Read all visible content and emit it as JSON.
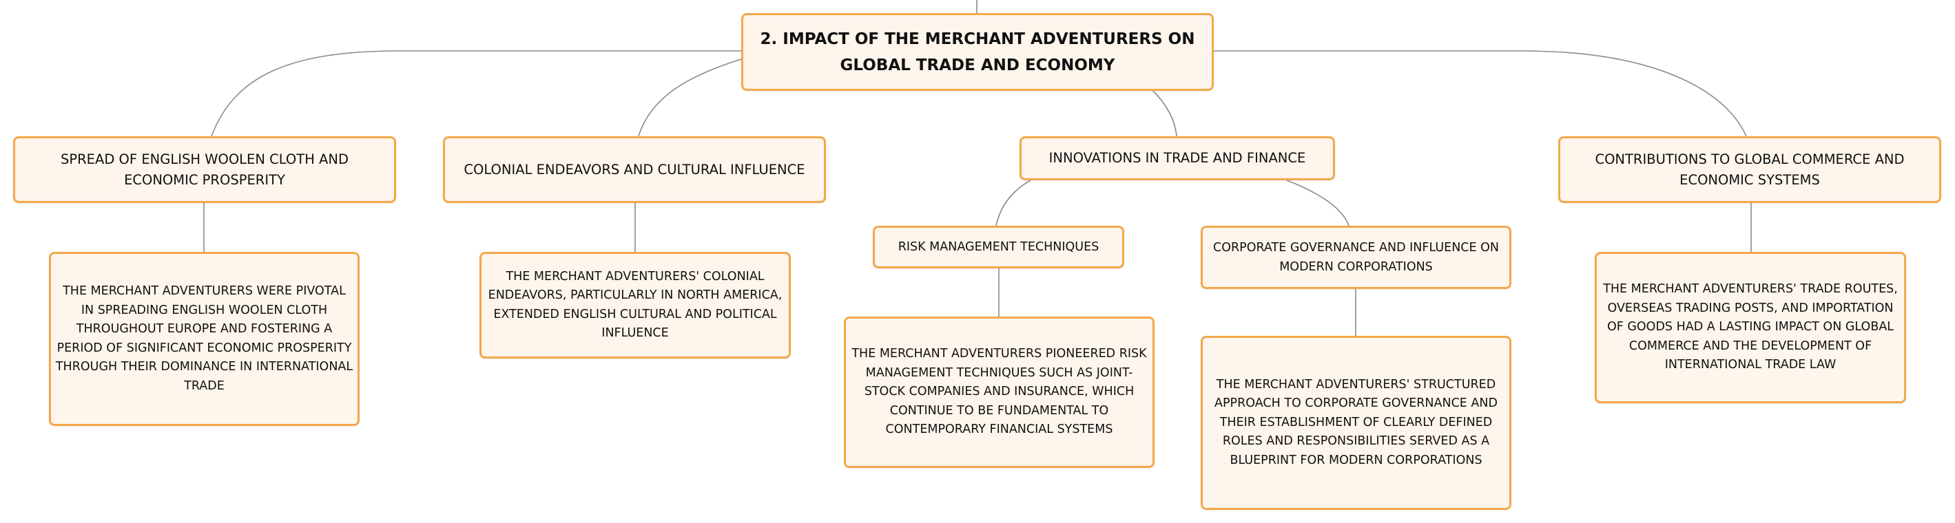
{
  "diagram": {
    "root": "2. IMPACT OF THE MERCHANT ADVENTURERS ON GLOBAL TRADE AND ECONOMY",
    "branches": [
      {
        "title": "SPREAD OF ENGLISH WOOLEN CLOTH AND ECONOMIC PROSPERITY",
        "detail": "THE MERCHANT ADVENTURERS WERE PIVOTAL IN SPREADING ENGLISH WOOLEN CLOTH THROUGHOUT EUROPE AND FOSTERING A PERIOD OF SIGNIFICANT ECONOMIC PROSPERITY THROUGH THEIR DOMINANCE IN INTERNATIONAL TRADE"
      },
      {
        "title": "COLONIAL ENDEAVORS AND CULTURAL INFLUENCE",
        "detail": "THE MERCHANT ADVENTURERS' COLONIAL ENDEAVORS, PARTICULARLY IN NORTH AMERICA, EXTENDED ENGLISH CULTURAL AND POLITICAL INFLUENCE"
      },
      {
        "title": "INNOVATIONS IN TRADE AND FINANCE",
        "children": [
          {
            "title": "RISK MANAGEMENT TECHNIQUES",
            "detail": "THE MERCHANT ADVENTURERS PIONEERED RISK MANAGEMENT TECHNIQUES SUCH AS JOINT-STOCK COMPANIES AND INSURANCE, WHICH CONTINUE TO BE FUNDAMENTAL TO CONTEMPORARY FINANCIAL SYSTEMS"
          },
          {
            "title": "CORPORATE GOVERNANCE AND INFLUENCE ON MODERN CORPORATIONS",
            "detail": "THE MERCHANT ADVENTURERS' STRUCTURED APPROACH TO CORPORATE GOVERNANCE AND THEIR ESTABLISHMENT OF CLEARLY DEFINED ROLES AND RESPONSIBILITIES SERVED AS A BLUEPRINT FOR MODERN CORPORATIONS"
          }
        ]
      },
      {
        "title": "CONTRIBUTIONS TO GLOBAL COMMERCE AND ECONOMIC SYSTEMS",
        "detail": "THE MERCHANT ADVENTURERS' TRADE ROUTES, OVERSEAS TRADING POSTS, AND IMPORTATION OF GOODS HAD A LASTING IMPACT ON GLOBAL COMMERCE AND THE DEVELOPMENT OF INTERNATIONAL TRADE LAW"
      }
    ]
  },
  "colors": {
    "node_fill": "#fef5ec",
    "node_border": "#f4a84a",
    "connector": "#8a8a8a"
  }
}
